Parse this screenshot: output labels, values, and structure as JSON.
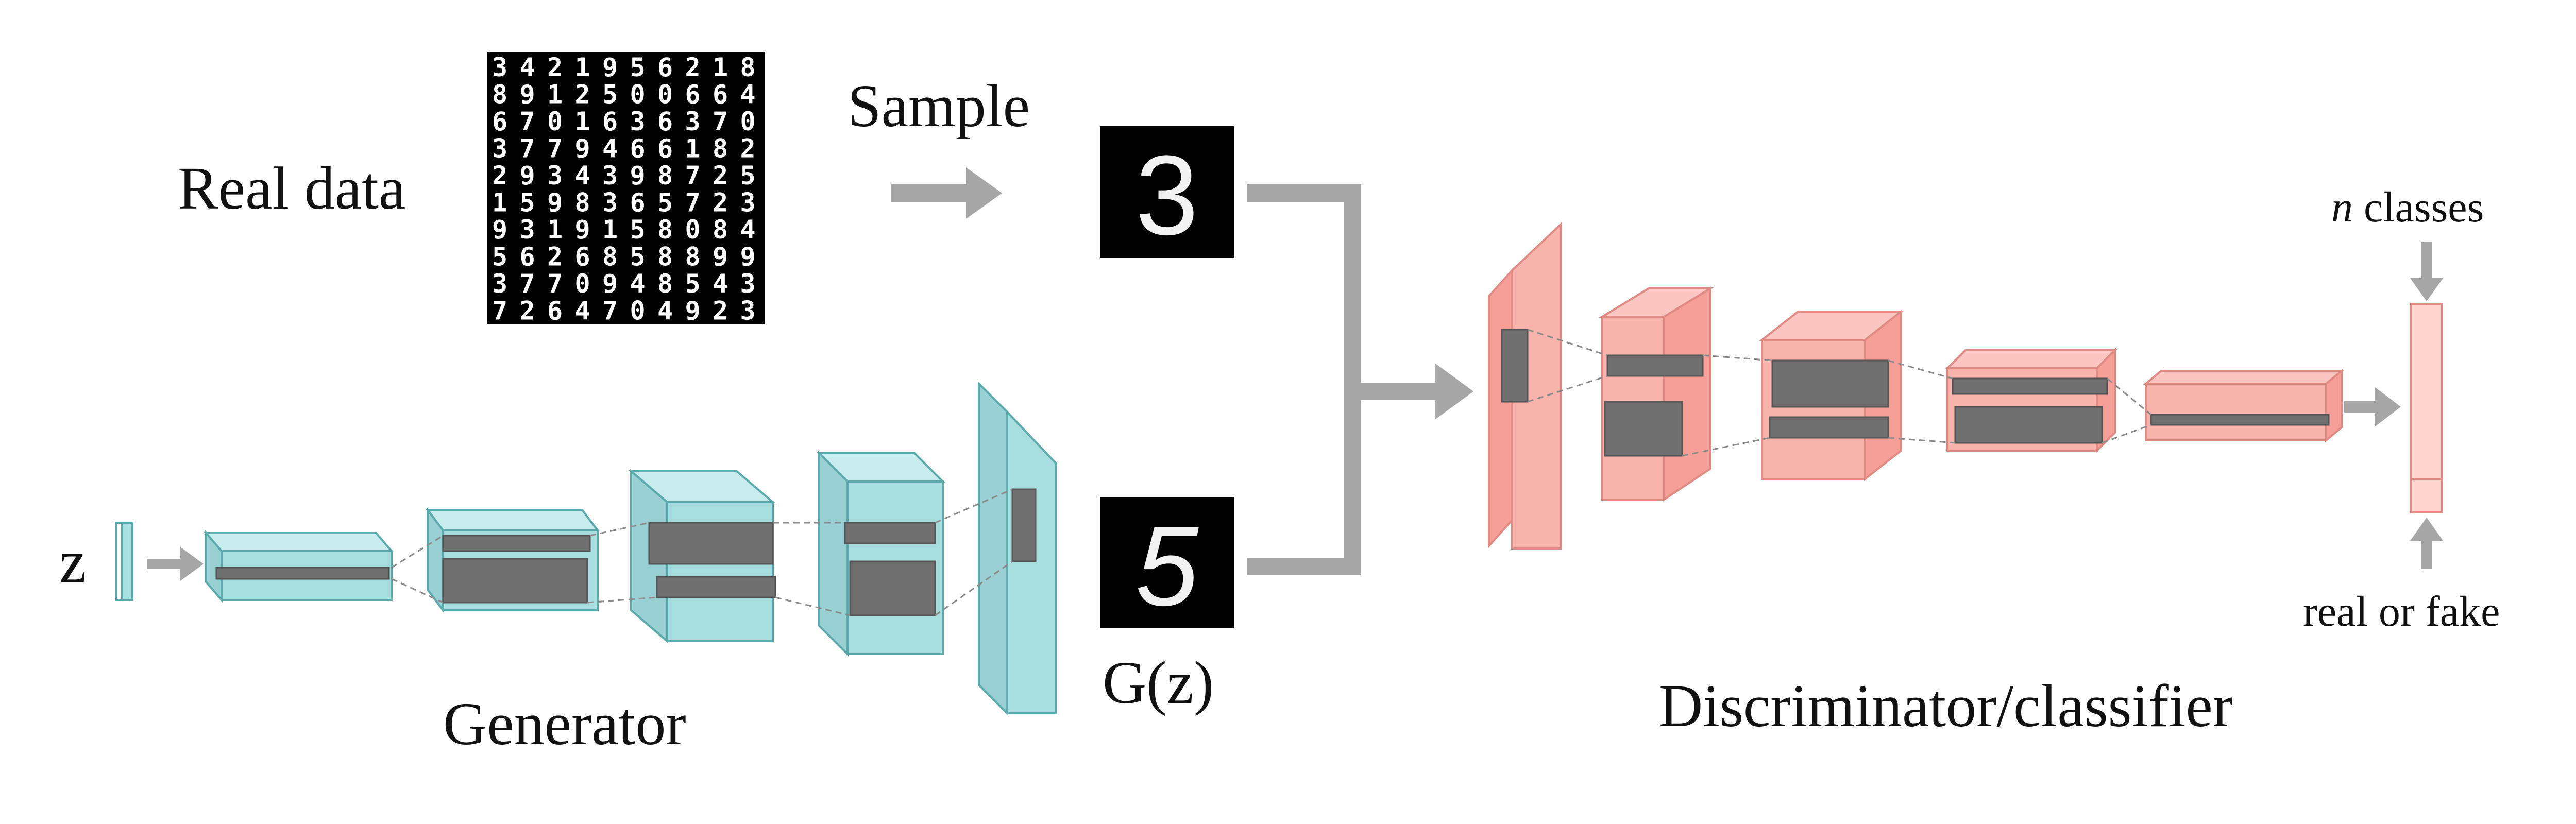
{
  "labels": {
    "real_data": "Real data",
    "sample": "Sample",
    "z": "z",
    "generator": "Generator",
    "gz": "G(z)",
    "discriminator": "Discriminator/classifier",
    "n_italic": "n",
    "classes": " classes",
    "real_or_fake": "real or fake"
  },
  "mnist_grid": {
    "rows": [
      "3421956218",
      "8912500664",
      "6701636370",
      "3779466182",
      "2934398725",
      "1598365723",
      "9319158084",
      "5626858899",
      "3770948543",
      "7264704923"
    ]
  },
  "samples": {
    "real_digit": "3",
    "fake_digit": "5"
  },
  "colors": {
    "generator_fill": "#a8dde0",
    "generator_stroke": "#5aa9ad",
    "discriminator_fill": "#f9b3ad",
    "discriminator_stroke": "#e08a84",
    "arrow": "#a6a6a6",
    "inner_block": "#707070"
  }
}
